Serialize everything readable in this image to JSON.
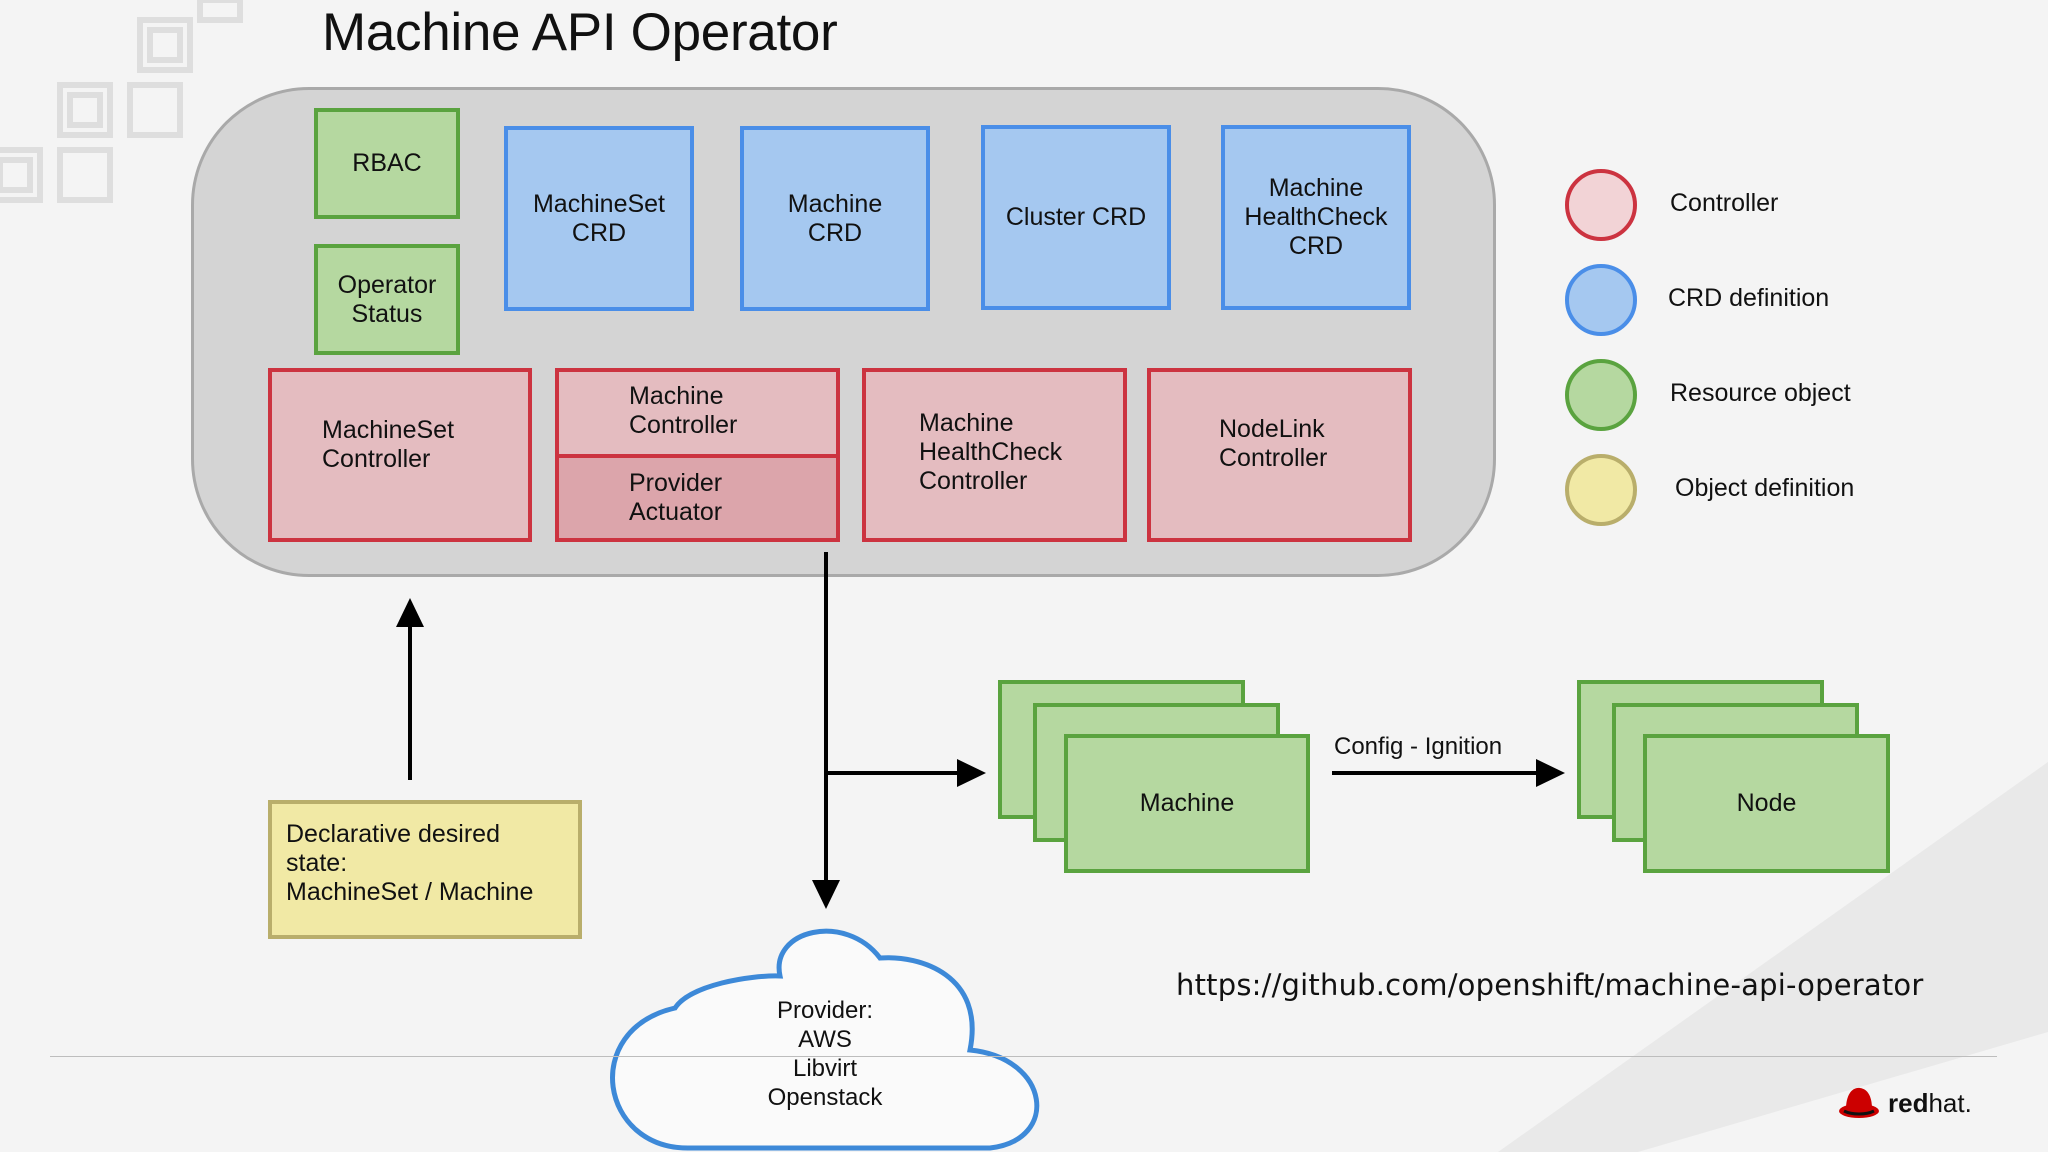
{
  "title": "Machine API Operator",
  "resources": {
    "rbac": "RBAC",
    "operator_status": "Operator\nStatus"
  },
  "crds": [
    {
      "label": "MachineSet\nCRD"
    },
    {
      "label": "Machine\nCRD"
    },
    {
      "label": "Cluster CRD"
    },
    {
      "label": "Machine\nHealthCheck\nCRD"
    }
  ],
  "controllers": {
    "machineset": "MachineSet\nController",
    "machine": "Machine\nController",
    "actuator": "Provider\nActuator",
    "healthcheck": "Machine\nHealthCheck\nController",
    "nodelink": "NodeLink\nController"
  },
  "desired_state": "Declarative desired state:\nMachineSet / Machine",
  "machine_label": "Machine",
  "node_label": "Node",
  "edge_label": "Config - Ignition",
  "provider": "Provider:\nAWS\nLibvirt\nOpenstack",
  "legend": [
    {
      "label": "Controller",
      "fill": "#f2d3d6",
      "stroke": "#cc3340"
    },
    {
      "label": "CRD definition",
      "fill": "#a5c8f0",
      "stroke": "#4a8ee8"
    },
    {
      "label": "Resource object",
      "fill": "#b5d8a0",
      "stroke": "#5aa33f"
    },
    {
      "label": "Object definition",
      "fill": "#f1e9a5",
      "stroke": "#b9ae6b"
    }
  ],
  "url": "https://github.com/openshift/machine-api-operator",
  "logo": {
    "bold": "red",
    "regular": "hat."
  }
}
